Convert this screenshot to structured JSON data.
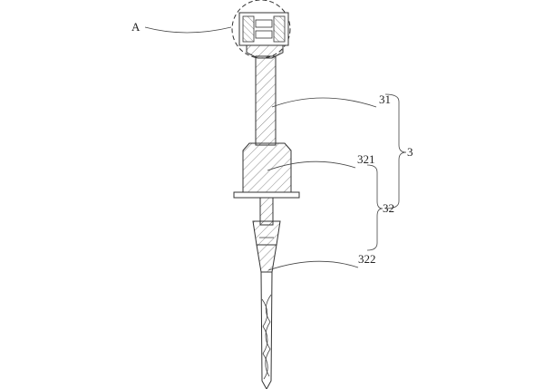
{
  "labels": {
    "detail_a": "A",
    "part_31": "31",
    "part_321": "321",
    "part_3": "3",
    "part_32": "32",
    "part_322": "322"
  },
  "colors": {
    "line": "#333333",
    "background": "#ffffff"
  }
}
